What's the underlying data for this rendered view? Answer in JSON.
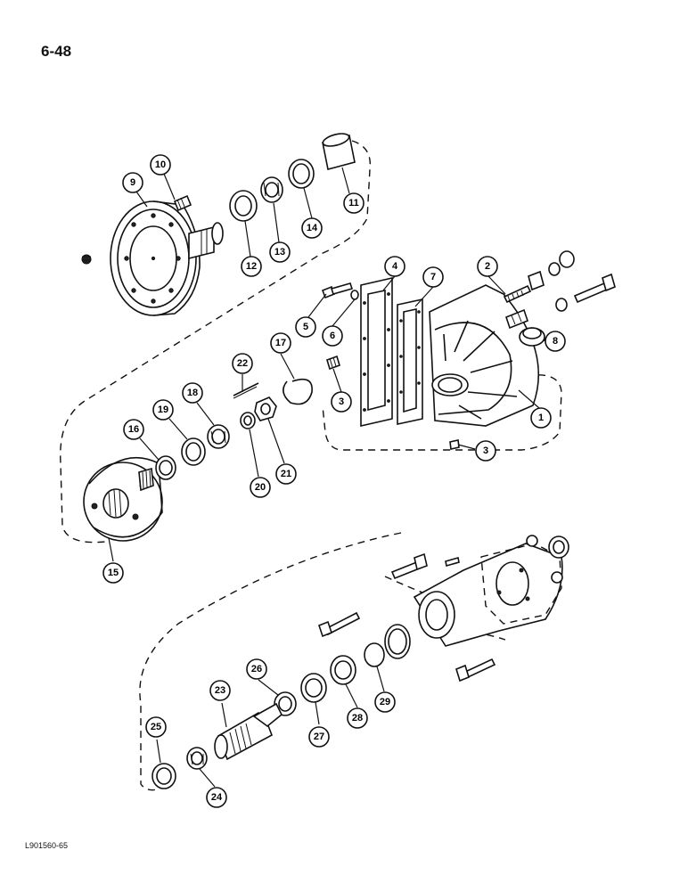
{
  "page": {
    "page_number": "6-48",
    "figure_code": "L901560-65"
  },
  "callouts": [
    {
      "label": "1"
    },
    {
      "label": "2"
    },
    {
      "label": "3"
    },
    {
      "label": "3"
    },
    {
      "label": "4"
    },
    {
      "label": "5"
    },
    {
      "label": "6"
    },
    {
      "label": "7"
    },
    {
      "label": "8"
    },
    {
      "label": "9"
    },
    {
      "label": "10"
    },
    {
      "label": "11"
    },
    {
      "label": "12"
    },
    {
      "label": "13"
    },
    {
      "label": "14"
    },
    {
      "label": "15"
    },
    {
      "label": "16"
    },
    {
      "label": "17"
    },
    {
      "label": "18"
    },
    {
      "label": "19"
    },
    {
      "label": "20"
    },
    {
      "label": "21"
    },
    {
      "label": "22"
    },
    {
      "label": "23"
    },
    {
      "label": "24"
    },
    {
      "label": "25"
    },
    {
      "label": "26"
    },
    {
      "label": "27"
    },
    {
      "label": "28"
    },
    {
      "label": "29"
    }
  ]
}
